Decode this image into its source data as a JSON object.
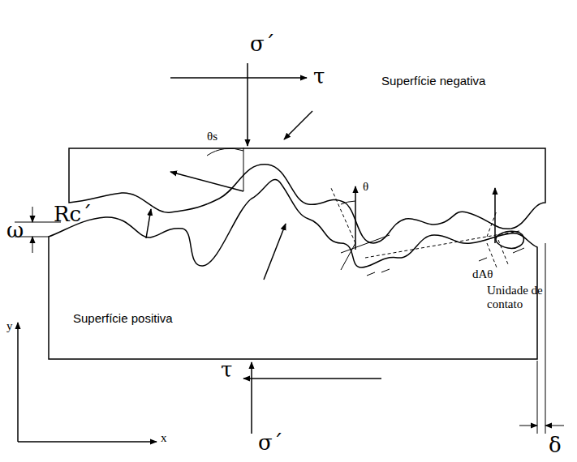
{
  "diagram": {
    "labels": [
      "σ´",
      "τ",
      "Superfície negativa",
      "θs",
      "Rc´",
      "θ",
      "ω",
      "dAθ",
      "Unidade de contato",
      "Superfície positiva",
      "y",
      "x",
      "τ",
      "σ´",
      "δ"
    ]
  }
}
